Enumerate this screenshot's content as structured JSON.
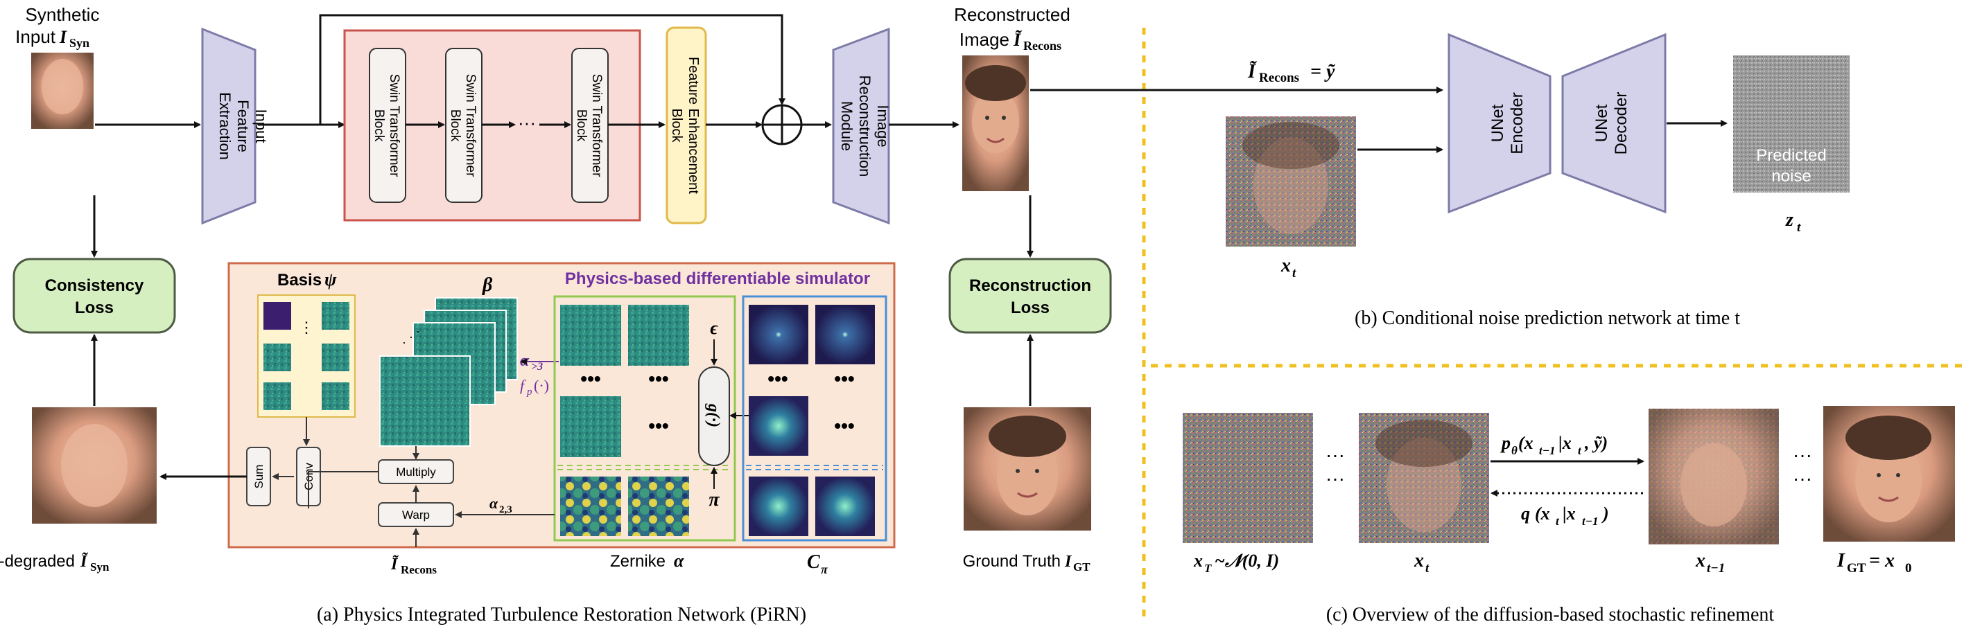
{
  "left": {
    "synthetic_input_label": "Synthetic",
    "synthetic_input_label2": "Input",
    "synthetic_input_math": "I",
    "synthetic_input_sub": "Syn",
    "input_feature_extraction": [
      "Input",
      "Feature",
      "Extraction"
    ],
    "swin_block_label": [
      "Swin Transformer",
      "Block"
    ],
    "ellipsis": "···",
    "feature_enhancement": [
      "Feature Enhancement",
      "Block"
    ],
    "image_reconstruction": [
      "Image",
      "Reconstruction",
      "Module"
    ],
    "reconstructed_label": "Reconstructed",
    "reconstructed_label2": "Image",
    "reconstructed_math": "Ĩ",
    "reconstructed_sub": "Recons",
    "consistency_loss": [
      "Consistency",
      "Loss"
    ],
    "reconstruction_loss": [
      "Reconstruction",
      "Loss"
    ],
    "redegraded_label": "Re-degraded",
    "redegraded_math": "Ĩ",
    "redegraded_sub": "Syn",
    "ground_truth_label": "Ground Truth",
    "ground_truth_math": "I",
    "ground_truth_sub": "GT",
    "caption_a": "(a) Physics Integrated Turbulence Restoration Network (PiRN)"
  },
  "simulator": {
    "title": "Physics-based differentiable simulator",
    "basis_label": "Basis",
    "basis_symbol": "ψ",
    "beta_label": "β",
    "alpha_gt3": "α",
    "alpha_gt3_sub": ">3",
    "fp": "f",
    "fp_sub": "p",
    "fp_arg": "(·)",
    "epsilon": "ϵ",
    "g_fn": "g(·)",
    "pi": "π",
    "dots": "•••",
    "small_dots": "⋮",
    "alpha23": "α",
    "alpha23_sub": "2,3",
    "sum_label": "Sum",
    "conv_label": "Conv",
    "multiply_label": "Multiply",
    "warp_label": "Warp",
    "recons_math": "Ĩ",
    "recons_sub": "Recons",
    "zernike_label": "Zernike",
    "zernike_alpha": "α",
    "c_pi": "C",
    "c_pi_sub": "π"
  },
  "right_top": {
    "equation": "Ĩ",
    "equation_sub": "Recons",
    "equation_rhs": "= ỹ",
    "unet_encoder": [
      "UNet",
      "Encoder"
    ],
    "unet_decoder": [
      "UNet",
      "Decoder"
    ],
    "predicted_noise": [
      "Predicted",
      "noise"
    ],
    "xt": "x",
    "xt_sub": "t",
    "zt": "z",
    "zt_sub": "t",
    "caption_b": "(b) Conditional noise prediction network at time t"
  },
  "right_bottom": {
    "xT": "x",
    "xT_sub": "T",
    "xT_dist": "~𝒩(0, I)",
    "xt": "x",
    "xt_sub": "t",
    "xt1": "x",
    "xt1_sub": "t−1",
    "igt": "I",
    "igt_sub": "GT",
    "igt_eq": "= x",
    "igt_eq_sub": "0",
    "p_theta": "p",
    "p_theta_sub": "θ",
    "p_theta_args": "(x",
    "p_theta_args_sub": "t−1",
    "p_theta_args2": "|x",
    "p_theta_args2_sub": "t",
    "p_theta_args3": ", ỹ)",
    "q": "q",
    "q_args": "(x",
    "q_args_sub": "t",
    "q_args2": "|x",
    "q_args2_sub": "t−1",
    "q_args3": ")",
    "dots": "···",
    "caption_c": "(c) Overview of the diffusion-based stochastic refinement"
  },
  "colors": {
    "trapezoid_fill": "#d4d2ea",
    "trapezoid_stroke": "#7d7ba8",
    "pink_fill": "#f9dcd8",
    "pink_stroke": "#c9534b",
    "yellow_fill": "#fff3c8",
    "yellow_stroke": "#e0b94a",
    "loss_fill": "#d6efc0",
    "loss_stroke": "#4d5a44",
    "sim_fill": "#fbe7d8",
    "sim_stroke": "#cf6b4d",
    "green_box": "#8fc94f",
    "blue_box": "#4a8fd6",
    "purple_text": "#7030a0",
    "dashed_divider": "#f0c020"
  }
}
